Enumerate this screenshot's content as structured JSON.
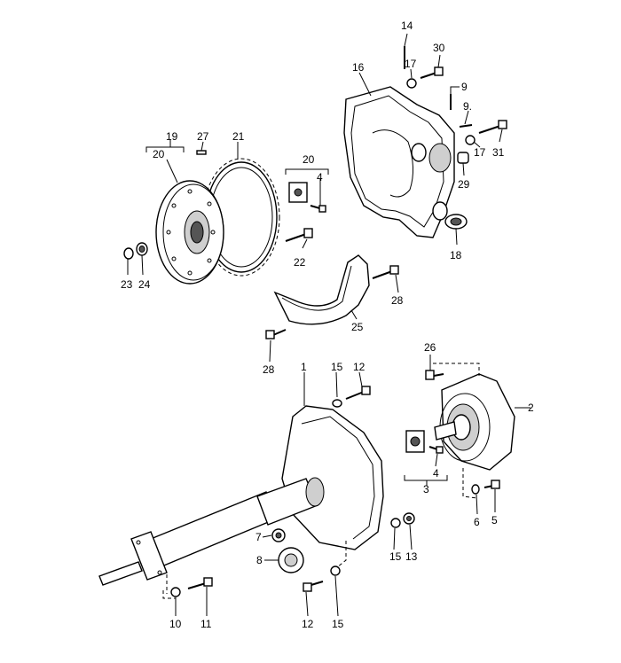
{
  "callouts": {
    "c1": "1",
    "c2": "2",
    "c3": "3",
    "c4a": "4",
    "c4b": "4",
    "c5": "5",
    "c6": "6",
    "c7": "7",
    "c8": "8",
    "c9a": "9",
    "c9b": "9.",
    "c10": "10",
    "c11": "11",
    "c12a": "12",
    "c12b": "12",
    "c13": "13",
    "c14": "14",
    "c15a": "15",
    "c15b": "15",
    "c15c": "15",
    "c16": "16",
    "c17a": "17",
    "c17b": "17",
    "c18": "18",
    "c19": "19",
    "c20a": "20",
    "c20b": "20",
    "c21": "21",
    "c22": "22",
    "c23": "23",
    "c24": "24",
    "c25": "25",
    "c26": "26",
    "c27": "27",
    "c28a": "28",
    "c28b": "28",
    "c29": "29",
    "c30": "30",
    "c31": "31"
  }
}
